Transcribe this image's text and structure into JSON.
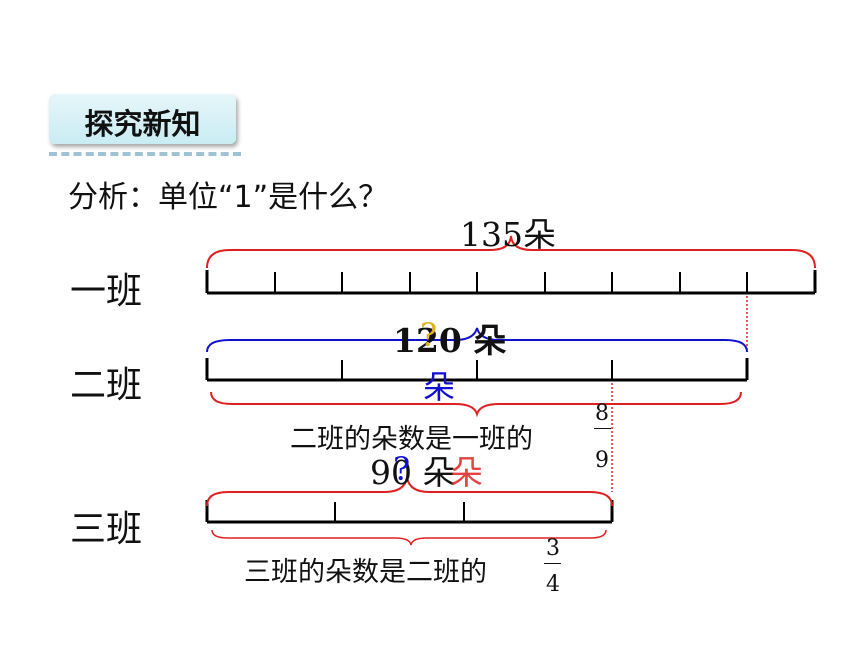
{
  "section_title": "探究新知",
  "prompt": "分析：单位“1”是什么？",
  "rows": {
    "class1": "一班",
    "class2": "二班",
    "class3": "三班"
  },
  "labels": {
    "total_class1": "135朵",
    "class2_question": "?",
    "class2_value": "120 朵",
    "class2_unit_blue": "朵",
    "relation_1": "二班的朵数是一班的",
    "fraction_1_num": "8",
    "fraction_1_den": "9",
    "class3_question": "?",
    "class3_value": "90 朵",
    "class3_unit_red": "朵",
    "relation_2": "三班的朵数是二班的",
    "fraction_2_num": "3",
    "fraction_2_den": "4"
  },
  "colors": {
    "red": "#e02020",
    "blue": "#1010d0",
    "tag_bg": "#d4f0f6",
    "dash": "#9fc3d2"
  }
}
